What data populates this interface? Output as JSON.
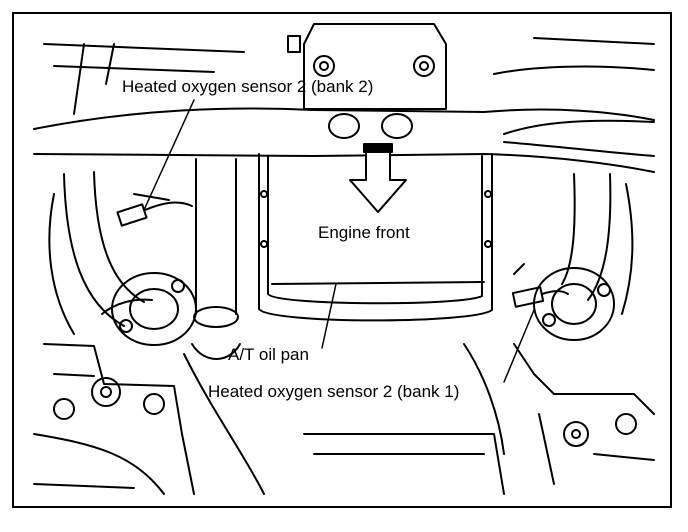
{
  "labels": {
    "sensor_bank2": "Heated oxygen sensor 2 (bank 2)",
    "sensor_bank1": "Heated oxygen sensor 2 (bank 1)",
    "engine_front": "Engine front",
    "oil_pan": "A/T oil pan"
  },
  "colors": {
    "line": "#000000",
    "background": "#ffffff"
  }
}
